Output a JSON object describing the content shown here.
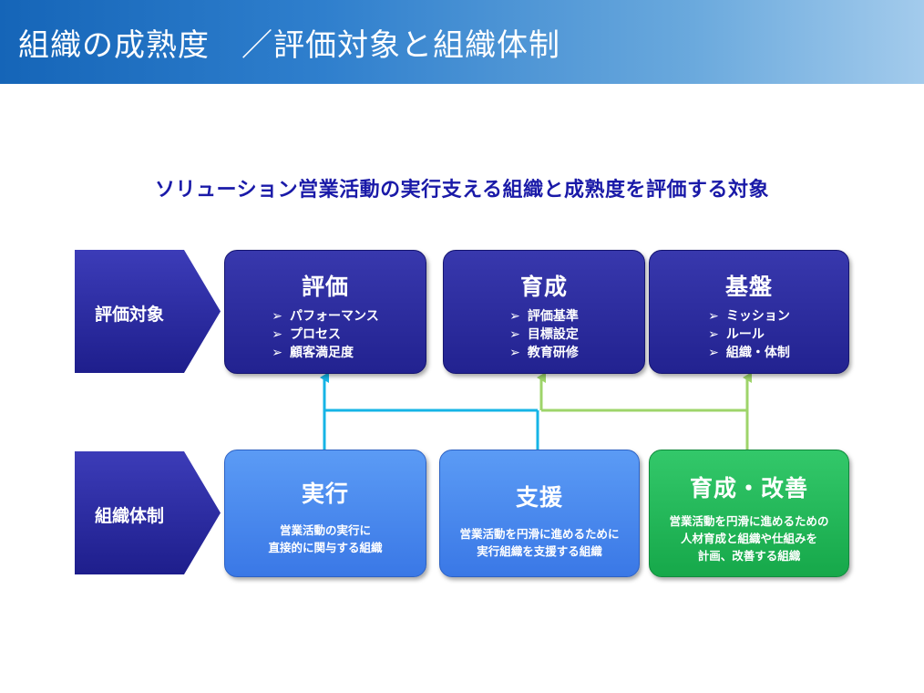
{
  "title": "組織の成熟度　／評価対象と組織体制",
  "subtitle": "ソリューション営業活動の実行支える組織と成熟度を評価する対象",
  "rows": {
    "top_label": "評価対象",
    "bottom_label": "組織体制"
  },
  "top_boxes": [
    {
      "title": "評価",
      "items": [
        "パフォーマンス",
        "プロセス",
        "顧客満足度"
      ]
    },
    {
      "title": "育成",
      "items": [
        "評価基準",
        "目標設定",
        "教育研修"
      ]
    },
    {
      "title": "基盤",
      "items": [
        "ミッション",
        "ルール",
        "組織・体制"
      ]
    }
  ],
  "bottom_boxes": [
    {
      "title": "実行",
      "desc": [
        "営業活動の実行に",
        "直接的に関与する組織"
      ]
    },
    {
      "title": "支援",
      "desc": [
        "営業活動を円滑に進めるために",
        "実行組織を支援する組織"
      ]
    },
    {
      "title": "育成・改善",
      "desc": [
        "営業活動を円滑に進めるための",
        "人材育成と組織や仕組みを",
        "計画、改善する組織"
      ]
    }
  ],
  "bullet_glyph": "➢",
  "colors": {
    "title_bar": "#1565b8",
    "subtitle": "#1a1aa8",
    "navy": "#2a2a9a",
    "blue": "#4a88ee",
    "green": "#22b85a",
    "cyan_line": "#16b4e6",
    "green_line": "#9ed46a"
  }
}
